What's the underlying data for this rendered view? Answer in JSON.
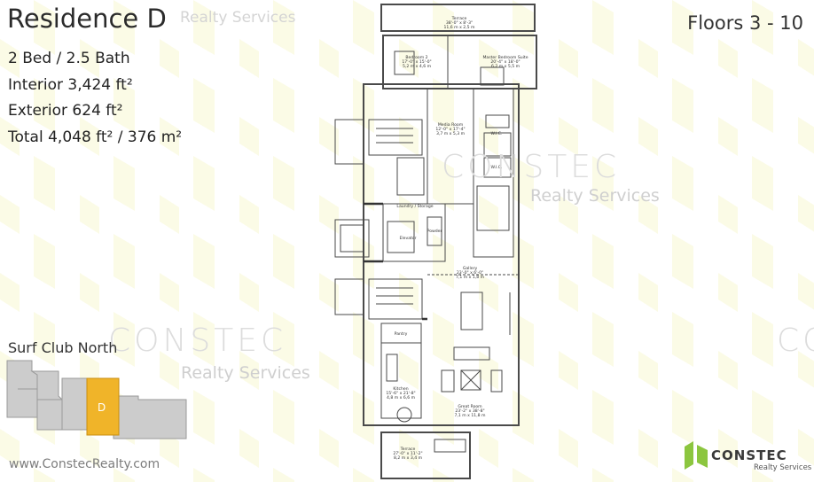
{
  "residence": {
    "title": "Residence D",
    "brand": "Realty Services",
    "floors": "Floors 3 - 10"
  },
  "specs": [
    "2 Bed / 2.5 Bath",
    "Interior 3,424 ft²",
    "Exterior 624 ft²",
    "Total 4,048 ft² / 376 m²"
  ],
  "watermark": {
    "name": "CONSTEC",
    "sub": "Realty Services"
  },
  "building": {
    "label": "Surf Club North",
    "unit": "D",
    "highlight_color": "#f0b429"
  },
  "website": "www.ConstecRealty.com",
  "logo": {
    "name": "CONSTEC",
    "sub": "Realty Services",
    "accent": "#8cc63f"
  },
  "plan_rooms": [
    {
      "name": "Terrace",
      "dims": "38'-0\" x 8'-3\"",
      "metric": "11,6 m x 2,5 m"
    },
    {
      "name": "Bedroom 2",
      "dims": "17'-0\" x 15'-0\"",
      "metric": "5,2 m x 4,6 m"
    },
    {
      "name": "Master Bedroom Suite",
      "dims": "20'-4\" x 18'-0\"",
      "metric": "6,2 m x 5,5 m"
    },
    {
      "name": "Media Room",
      "dims": "12'-0\" x 17'-4\"",
      "metric": "3,7 m x 5,3 m"
    },
    {
      "name": "W.I.C.",
      "dims": "",
      "metric": ""
    },
    {
      "name": "W.I.C.",
      "dims": "",
      "metric": ""
    },
    {
      "name": "Laundry / Storage",
      "dims": "",
      "metric": ""
    },
    {
      "name": "Elevator",
      "dims": "",
      "metric": ""
    },
    {
      "name": "Powder",
      "dims": "",
      "metric": ""
    },
    {
      "name": "Gallery",
      "dims": "23'-0\" x 6'-0\"",
      "metric": "7,1 m x 1,8 m"
    },
    {
      "name": "Pantry",
      "dims": "",
      "metric": ""
    },
    {
      "name": "Kitchen",
      "dims": "15'-6\" x 21'-8\"",
      "metric": "4,8 m x 6,6 m"
    },
    {
      "name": "Great Room",
      "dims": "23'-2\" x 38'-8\"",
      "metric": "7,1 m x 11,8 m"
    },
    {
      "name": "Terrace",
      "dims": "27'-0\" x 11'-2\"",
      "metric": "8,2 m x 3,4 m"
    }
  ]
}
